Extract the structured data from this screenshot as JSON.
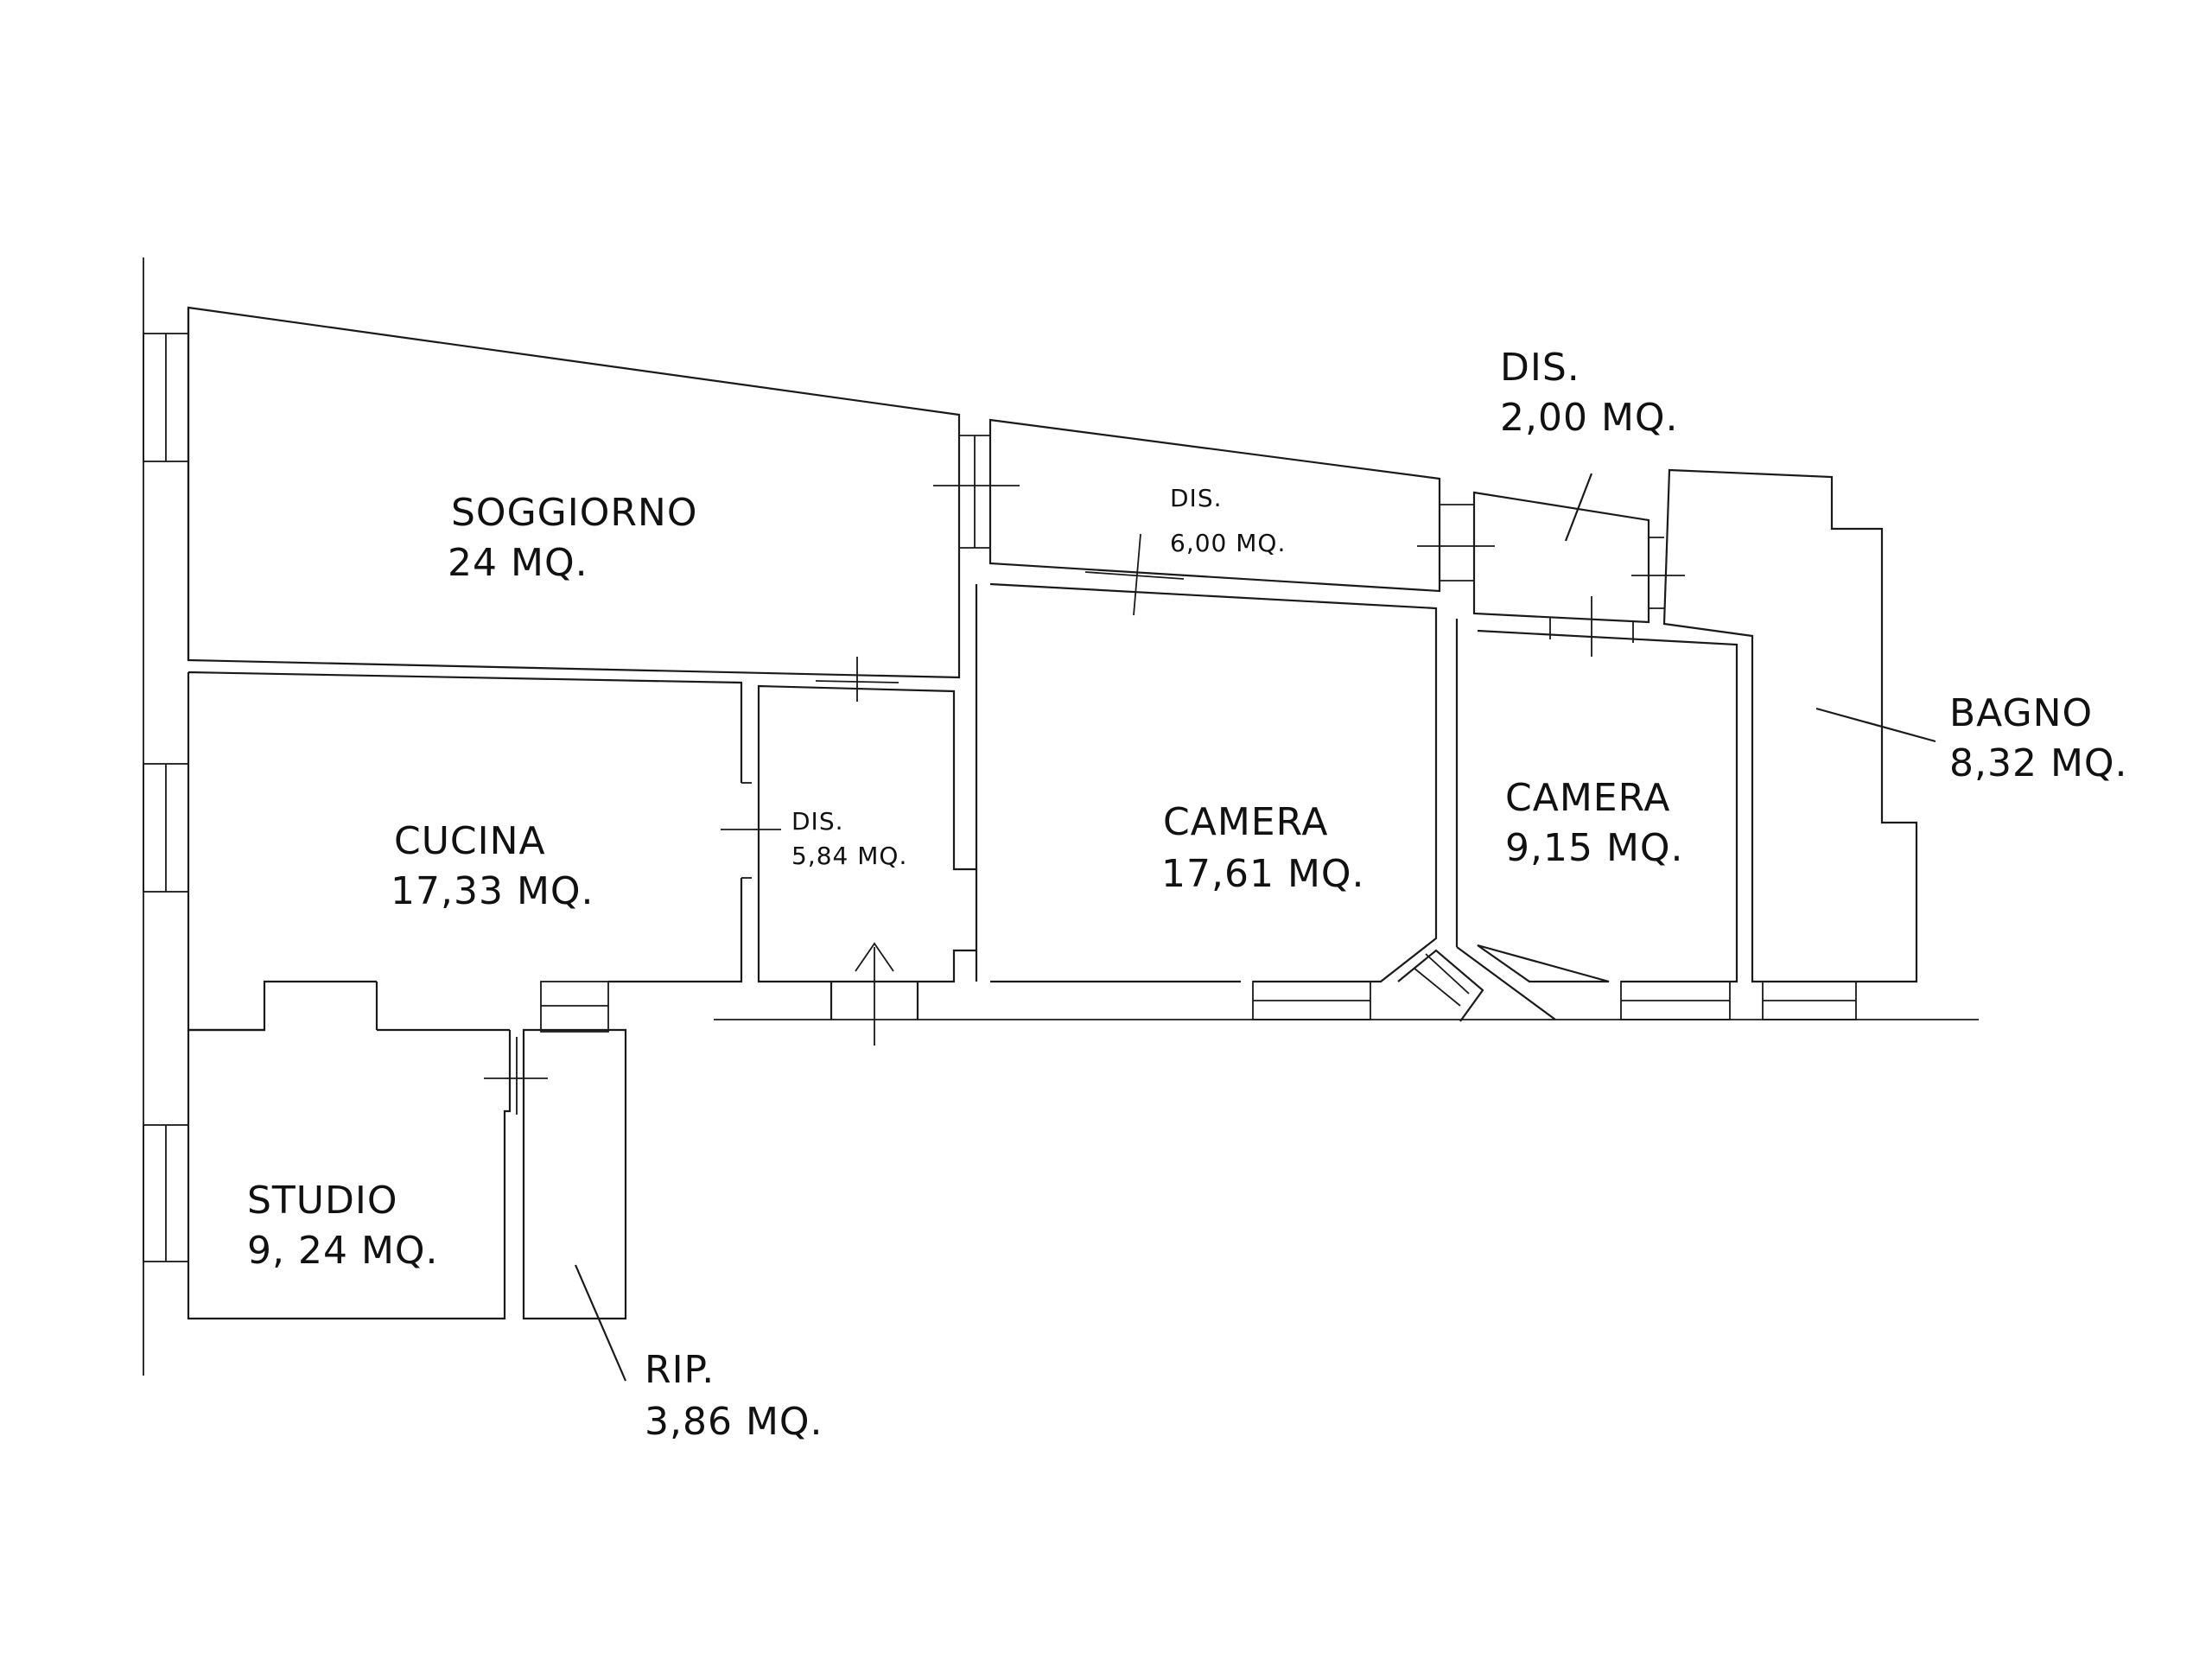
{
  "rooms": {
    "soggiorno": {
      "name": "SOGGIORNO",
      "area": "24 MQ."
    },
    "cucina": {
      "name": "CUCINA",
      "area": "17,33 MQ."
    },
    "studio": {
      "name": "STUDIO",
      "area": "9, 24 MQ."
    },
    "ripostiglio": {
      "name": "RIP.",
      "area": "3,86 MQ."
    },
    "dis_small": {
      "name": "DIS.",
      "area": "5,84 MQ."
    },
    "dis_corridor": {
      "name": "DIS.",
      "area": "6,00 MQ."
    },
    "dis_top": {
      "name": "DIS.",
      "area": "2,00 MQ."
    },
    "camera_large": {
      "name": "CAMERA",
      "area": "17,61 MQ."
    },
    "camera_small": {
      "name": "CAMERA",
      "area": "9,15 MQ."
    },
    "bagno": {
      "name": "BAGNO",
      "area": "8,32 MQ."
    }
  }
}
